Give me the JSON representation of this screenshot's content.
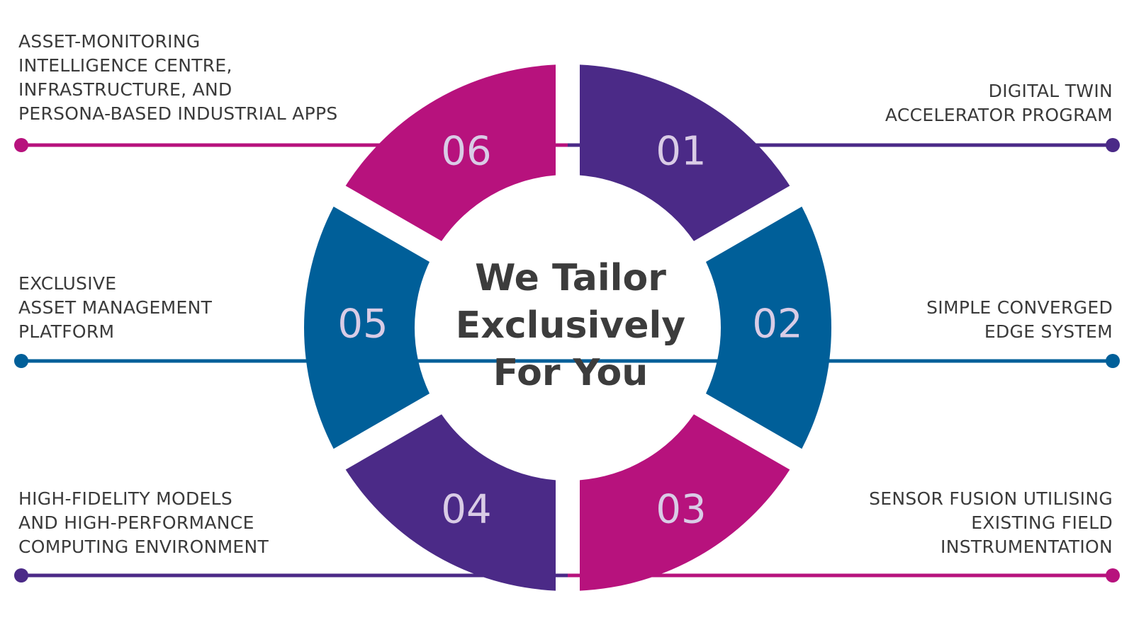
{
  "title": {
    "lines": [
      "We Tailor",
      "Exclusively",
      "For You"
    ]
  },
  "colors": {
    "purple": "#4b2a87",
    "magenta": "#b7127d",
    "blue": "#005f99",
    "text": "#3a3a3a",
    "number_text": "#d9cce6"
  },
  "segments": [
    {
      "number": "01",
      "color": "#4b2a87",
      "side": "right",
      "lines": [
        "DIGITAL TWIN",
        "ACCELERATOR PROGRAM"
      ]
    },
    {
      "number": "02",
      "color": "#005f99",
      "side": "right",
      "lines": [
        "SIMPLE CONVERGED",
        "EDGE SYSTEM"
      ]
    },
    {
      "number": "03",
      "color": "#b7127d",
      "side": "right",
      "lines": [
        "SENSOR FUSION UTILISING",
        "EXISTING FIELD",
        "INSTRUMENTATION"
      ]
    },
    {
      "number": "04",
      "color": "#4b2a87",
      "side": "left",
      "lines": [
        "HIGH-FIDELITY MODELS",
        "AND HIGH-PERFORMANCE",
        "COMPUTING ENVIRONMENT"
      ]
    },
    {
      "number": "05",
      "color": "#005f99",
      "side": "left",
      "lines": [
        "EXCLUSIVE",
        "ASSET MANAGEMENT",
        "PLATFORM"
      ]
    },
    {
      "number": "06",
      "color": "#b7127d",
      "side": "left",
      "lines": [
        "ASSET-MONITORING",
        "INTELLIGENCE CENTRE,",
        "INFRASTRUCTURE, AND",
        "PERSONA-BASED INDUSTRIAL APPS"
      ]
    }
  ]
}
